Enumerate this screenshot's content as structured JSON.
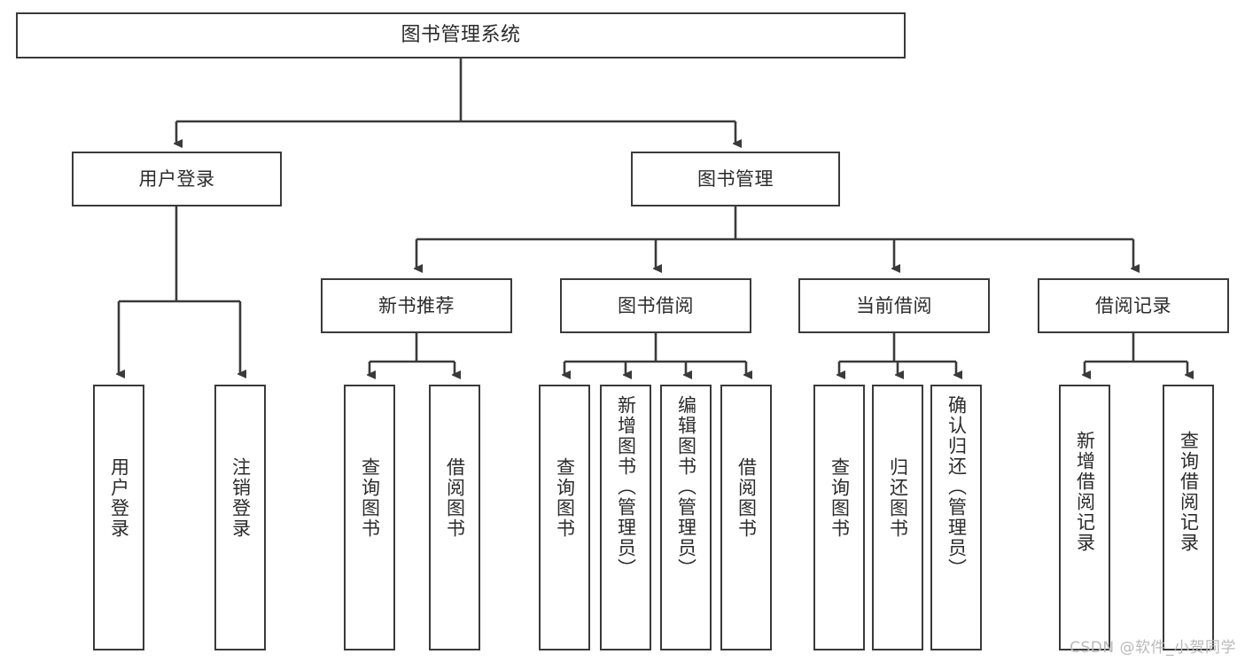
{
  "diagram": {
    "type": "tree-hierarchy-chart",
    "title": "图书管理系统",
    "stroke_color": "#3a3a3a",
    "text_color": "#2b2b2b",
    "background_color": "#ffffff",
    "watermark": "CSDN @软件_小贺同学",
    "levels": {
      "root": {
        "label": "图书管理系统"
      },
      "level2": [
        {
          "label": "用户登录"
        },
        {
          "label": "图书管理"
        }
      ],
      "level3": [
        {
          "label": "新书推荐"
        },
        {
          "label": "图书借阅"
        },
        {
          "label": "当前借阅"
        },
        {
          "label": "借阅记录"
        }
      ],
      "leaves": {
        "user_login": [
          {
            "label": "用户登录"
          },
          {
            "label": "注销登录"
          }
        ],
        "new_book_recommend": [
          {
            "label": "查询图书"
          },
          {
            "label": "借阅图书"
          }
        ],
        "book_borrow": [
          {
            "label": "查询图书"
          },
          {
            "label": "新增图书（管理员）"
          },
          {
            "label": "编辑图书（管理员）"
          },
          {
            "label": "借阅图书"
          }
        ],
        "current_borrow": [
          {
            "label": "查询图书"
          },
          {
            "label": "归还图书"
          },
          {
            "label": "确认归还（管理员）"
          }
        ],
        "borrow_record": [
          {
            "label": "新增借阅记录"
          },
          {
            "label": "查询借阅记录"
          }
        ]
      }
    }
  }
}
